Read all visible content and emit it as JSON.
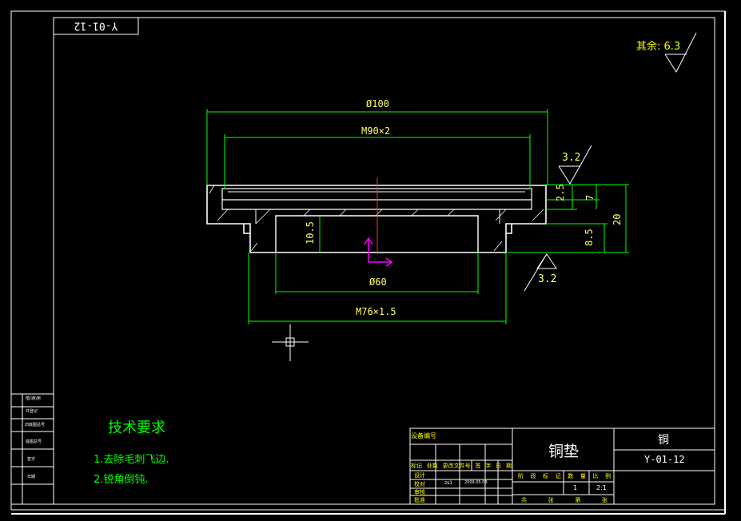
{
  "drawing": {
    "code_rotated": "Y-01-12",
    "surface_rest": "其余: 6.3",
    "dims": {
      "dia100": "Ø100",
      "m90": "M90×2",
      "r32_top": "3.2",
      "d25": "2.5",
      "d7": "7",
      "d20": "20",
      "d85": "8.5",
      "d105": "10.5",
      "r32_bottom": "3.2",
      "dia60": "Ø60",
      "m76": "M76×1.5"
    }
  },
  "tech": {
    "title": "技术要求",
    "items": [
      "1.去除毛刺飞边.",
      "2.锐角倒钝."
    ]
  },
  "titleblock": {
    "part_name": "铜垫",
    "material": "铜",
    "code": "Y-01-12",
    "design_no_label": "设备编号",
    "rev_header": [
      "标记",
      "处数",
      "更改文件号",
      "签",
      "字",
      "日",
      "期"
    ],
    "row_labels": [
      "设计",
      "校对",
      "审核",
      "批准"
    ],
    "design_name": "zs1",
    "design_date": "2009.05.08",
    "info_header": [
      "阶",
      "段",
      "标",
      "记",
      "数",
      "量",
      "比",
      "例"
    ],
    "qty": "1",
    "scale": "2:1",
    "bottom_header": [
      "共",
      "张",
      "第",
      "张"
    ]
  },
  "leftstrip": [
    "借(通)用",
    "件登记",
    "旧底图总号",
    "底图总号",
    "签字",
    "日期"
  ]
}
